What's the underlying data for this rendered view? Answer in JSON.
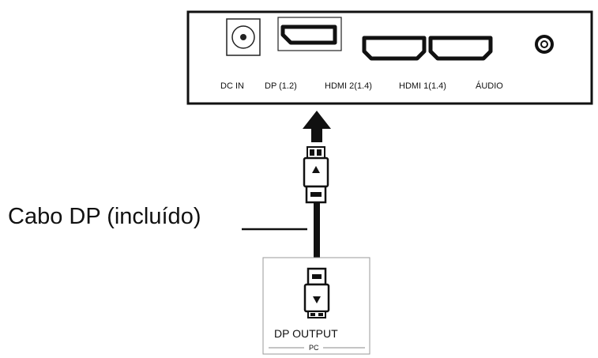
{
  "monitor_ports": [
    {
      "id": "dc-in",
      "label": "DC IN"
    },
    {
      "id": "dp",
      "label": "DP (1.2)"
    },
    {
      "id": "hdmi2",
      "label": "HDMI 2(1.4)"
    },
    {
      "id": "hdmi1",
      "label": "HDMI 1(1.4)"
    },
    {
      "id": "audio",
      "label": "ÁUDIO"
    }
  ],
  "cable_label": "Cabo DP (incluído)",
  "pc": {
    "output_label": "DP OUTPUT",
    "tag": "PC"
  }
}
